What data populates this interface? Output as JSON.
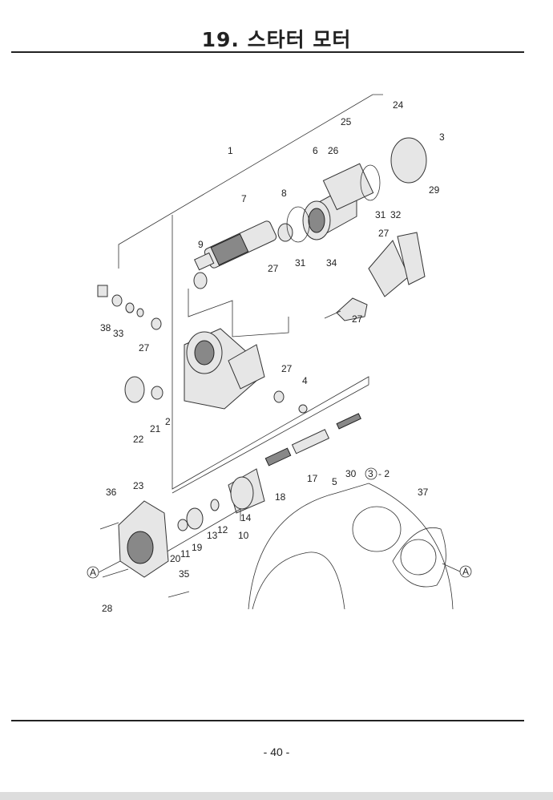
{
  "header": {
    "title": "19. 스타터 모터"
  },
  "footer": {
    "page_number": "- 40 -"
  },
  "diagram": {
    "callouts": [
      "1",
      "24",
      "25",
      "26",
      "6",
      "3",
      "29",
      "31",
      "32",
      "7",
      "8",
      "9",
      "31",
      "34",
      "27",
      "27",
      "38",
      "33",
      "27",
      "27",
      "27",
      "4",
      "2",
      "21",
      "22",
      "30",
      "5",
      "17",
      "18",
      "37",
      "36",
      "23",
      "14",
      "10",
      "12",
      "13",
      "19",
      "11",
      "20",
      "35",
      "28"
    ],
    "ref_marker": {
      "circle": "3",
      "suffix": "- 2"
    },
    "connector_marks": [
      "A",
      "A"
    ]
  }
}
